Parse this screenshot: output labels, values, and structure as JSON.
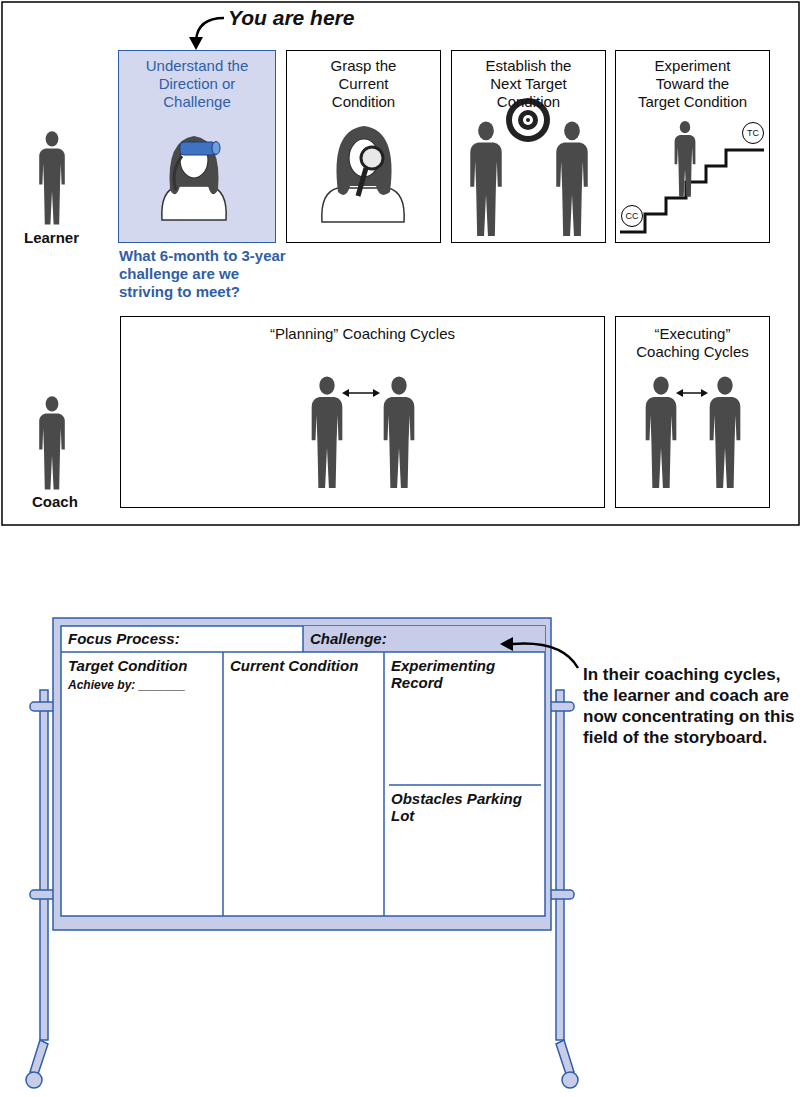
{
  "diagram": {
    "nodes": [
      {
        "text": [
          "Understand the Direction or Challenge"
        ]
      },
      {
        "text": [
          "Grasp the Current Condition"
        ]
      },
      {
        "text": [
          "Establish the Next Target Condition"
        ]
      },
      {
        "text": [
          "Experiment Toward the Target Condition"
        ]
      },
      {
        "text": [
          "TC"
        ],
        "in": 3
      },
      {
        "text": [
          "CC"
        ],
        "in": 3
      },
      {
        "text": [
          "“Planning” Coaching Cycles"
        ]
      },
      {
        "text": [
          "“Executing” Coaching Cycles"
        ]
      },
      {
        "text": [
          "Focus Process:"
        ]
      },
      {
        "text": [
          "Challenge:"
        ]
      },
      {
        "text": [
          "Target Condition",
          "Achieve by: _______"
        ]
      },
      {
        "text": [
          "Current Condition"
        ]
      },
      {
        "text": [
          "Experimenting Record"
        ]
      },
      {
        "text": [
          "Obstacles Parking Lot"
        ]
      }
    ],
    "labels": [
      "You are here",
      "What 6-month to 3-year challenge are we striving to meet?",
      "Learner",
      "Coach",
      "In their coaching cycles, the learner and coach are now concentrating on this field of the storyboard."
    ]
  }
}
